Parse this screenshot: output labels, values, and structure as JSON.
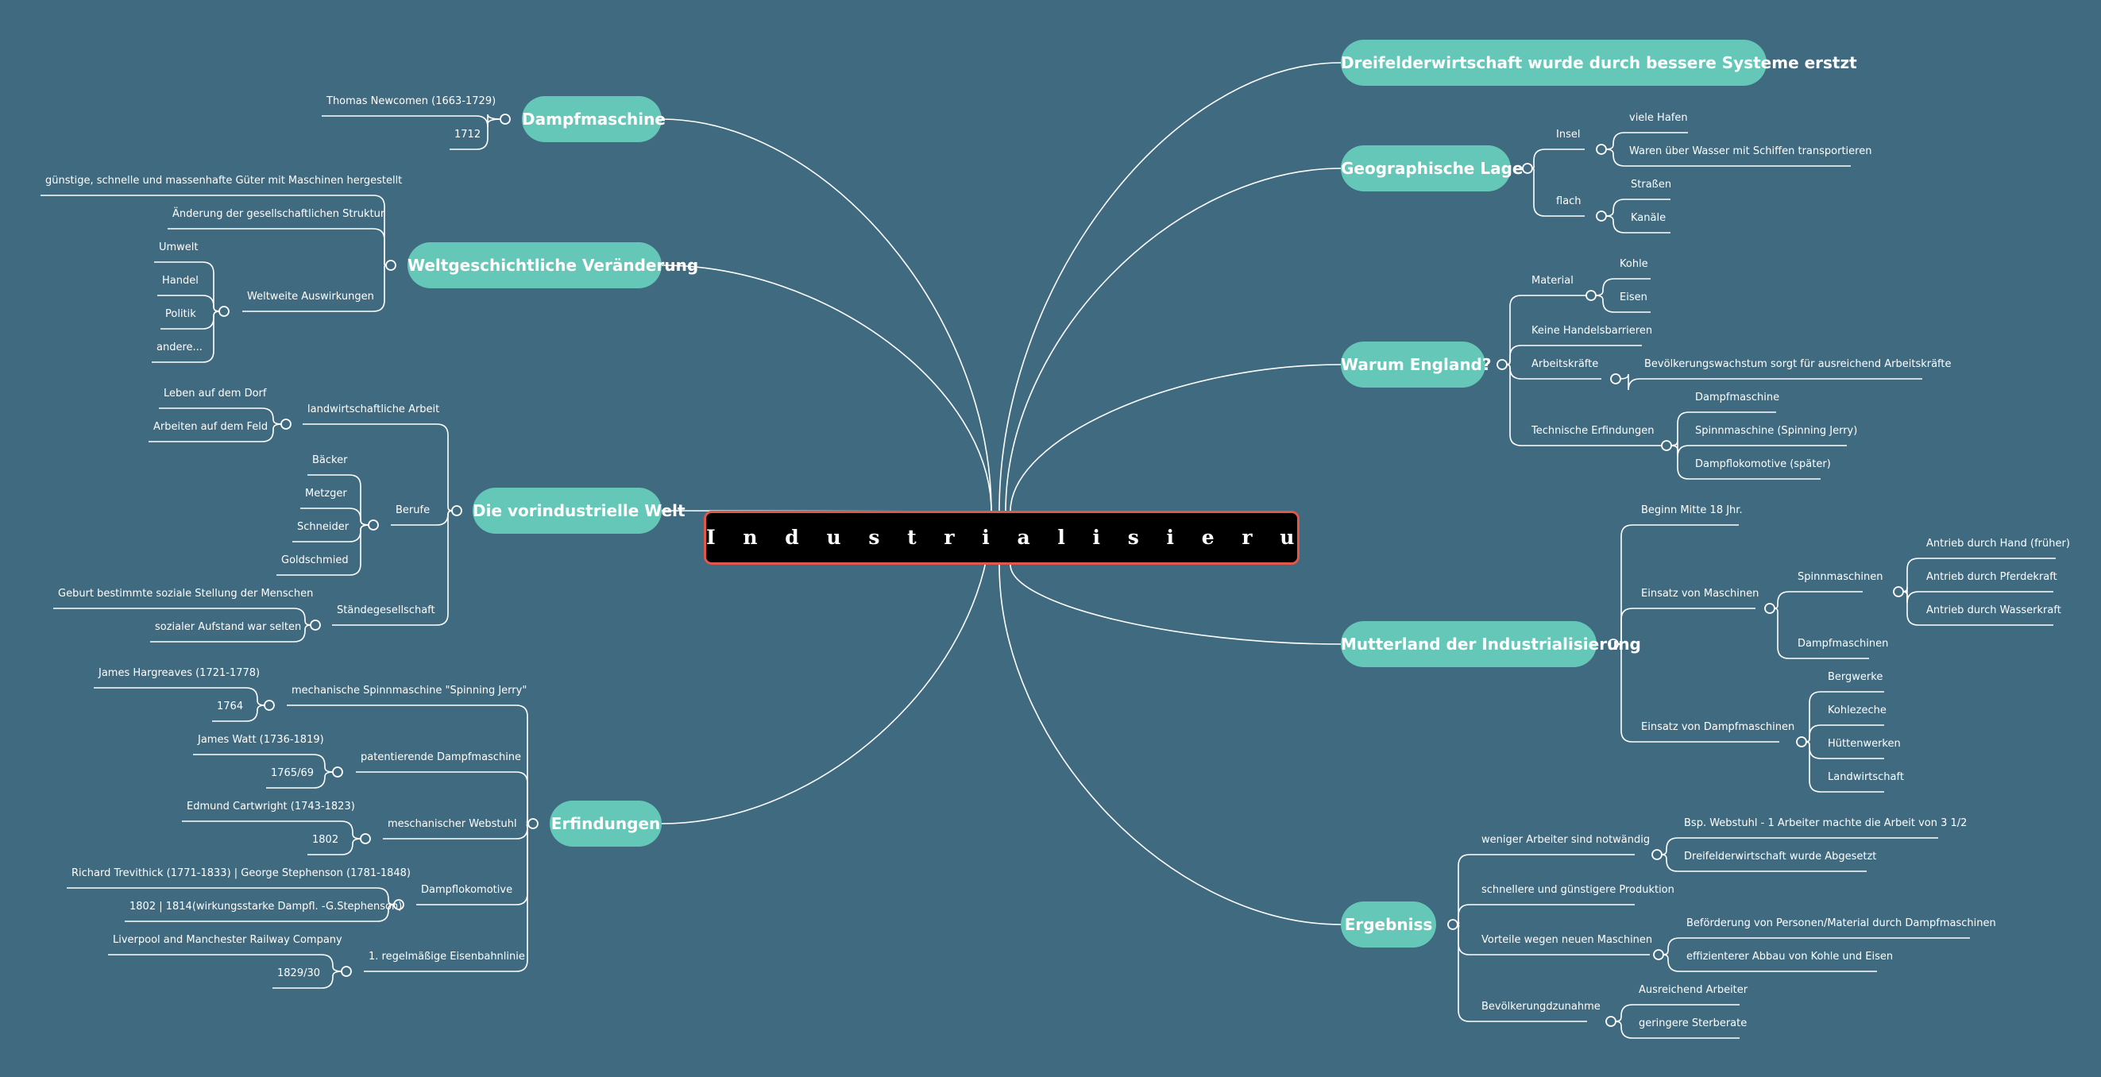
{
  "root": {
    "title": "I n d u s t r i a l i s i e r u n g   i n   E n g l a n d"
  },
  "left": {
    "dampf": {
      "title": "Dampfmaschine",
      "c1": "Thomas Newcomen (1663-1729)",
      "c2": "1712"
    },
    "welt": {
      "title": "Weltgeschichtliche Veränderung",
      "c1": "günstige, schnelle und massenhafte Güter mit Maschinen hergestellt",
      "c2": "Änderung der gesellschaftlichen Struktur",
      "c3": "Weltweite Auswirkungen",
      "c3_items": [
        "Umwelt",
        "Handel",
        "Politik",
        "andere..."
      ]
    },
    "vor": {
      "title": "Die vorindustrielle Welt",
      "g1": "landwirtschaftliche Arbeit",
      "g1_items": [
        "Leben auf dem Dorf",
        "Arbeiten auf dem Feld"
      ],
      "g2": "Berufe",
      "g2_items": [
        "Bäcker",
        "Metzger",
        "Schneider",
        "Goldschmied"
      ],
      "g3": "Ständegesellschaft",
      "g3_items": [
        "Geburt bestimmte soziale Stellung der Menschen",
        "sozialer Aufstand war selten"
      ]
    },
    "erf": {
      "title": "Erfindungen",
      "g1": "mechanische Spinnmaschine \"Spinning Jerry\"",
      "g1_items": [
        "James Hargreaves (1721-1778)",
        "1764"
      ],
      "g2": "patentierende Dampfmaschine",
      "g2_items": [
        "James Watt (1736-1819)",
        "1765/69"
      ],
      "g3": "meschanischer Webstuhl",
      "g3_items": [
        "Edmund Cartwright (1743-1823)",
        "1802"
      ],
      "g4": "Dampflokomotive",
      "g4_items": [
        "Richard Trevithick (1771-1833) | George Stephenson (1781-1848)",
        "1802 | 1814(wirkungsstarke Dampfl. -G.Stephenson)"
      ],
      "g5": "1. regelmäßige Eisenbahnlinie",
      "g5_items": [
        "Liverpool and Manchester Railway Company",
        "1829/30"
      ]
    }
  },
  "right": {
    "drei": {
      "title": "Dreifelderwirtschaft wurde durch bessere Systeme erstzt"
    },
    "geo": {
      "title": "Geographische Lage",
      "g1": "Insel",
      "g1_items": [
        "viele Hafen",
        "Waren über Wasser mit Schiffen transportieren"
      ],
      "g2": "flach",
      "g2_items": [
        "Straßen",
        "Kanäle"
      ]
    },
    "warum": {
      "title": "Warum England?",
      "g1": "Material",
      "g1_items": [
        "Kohle",
        "Eisen"
      ],
      "g2": "Keine Handelsbarrieren",
      "g3": "Arbeitskräfte",
      "g3_items": [
        "Bevölkerungswachstum sorgt für ausreichend Arbeitskräfte"
      ],
      "g4": "Technische Erfindungen",
      "g4_items": [
        "Dampfmaschine",
        "Spinnmaschine (Spinning Jerry)",
        "Dampflokomotive (später)"
      ]
    },
    "mutter": {
      "title": "Mutterland der Industrialisierung",
      "g1": "Beginn Mitte 18 Jhr.",
      "g2": "Einsatz von Maschinen",
      "g2a": "Spinnmaschinen",
      "g2a_items": [
        "Antrieb durch Hand (früher)",
        "Antrieb durch Pferdekraft",
        "Antrieb durch Wasserkraft"
      ],
      "g2b": "Dampfmaschinen",
      "g3": "Einsatz von Dampfmaschinen",
      "g3_items": [
        "Bergwerke",
        "Kohlezeche",
        "Hüttenwerken",
        "Landwirtschaft"
      ]
    },
    "erg": {
      "title": "Ergebniss",
      "g1": "weniger Arbeiter sind notwändig",
      "g1_items": [
        "Bsp. Webstuhl - 1 Arbeiter machte die Arbeit von 3 1/2",
        "Dreifelderwirtschaft wurde Abgesetzt"
      ],
      "g2": "schnellere und günstigere Produktion",
      "g3": "Vorteile wegen neuen Maschinen",
      "g3_items": [
        "Beförderung von Personen/Material durch Dampfmaschinen",
        "effizienterer Abbau von Kohle und Eisen"
      ],
      "g4": "Bevölkerungdzunahme",
      "g4_items": [
        "Ausreichend Arbeiter",
        "geringere Sterberate"
      ]
    }
  }
}
